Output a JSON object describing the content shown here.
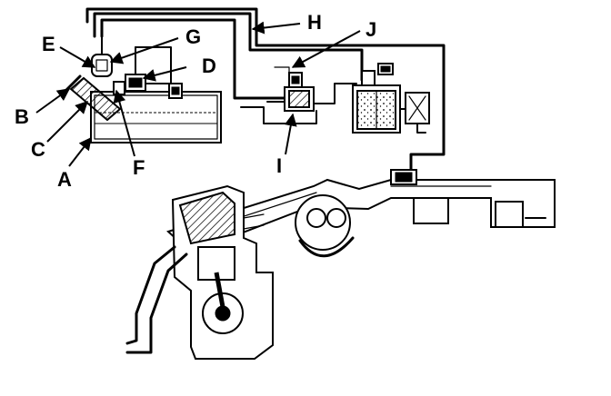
{
  "diagram": {
    "callouts": [
      {
        "id": "A",
        "text": "A"
      },
      {
        "id": "B",
        "text": "B"
      },
      {
        "id": "C",
        "text": "C"
      },
      {
        "id": "D",
        "text": "D"
      },
      {
        "id": "E",
        "text": "E"
      },
      {
        "id": "F",
        "text": "F"
      },
      {
        "id": "G",
        "text": "G"
      },
      {
        "id": "H",
        "text": "H"
      },
      {
        "id": "I",
        "text": "I"
      },
      {
        "id": "J",
        "text": "J"
      }
    ]
  }
}
